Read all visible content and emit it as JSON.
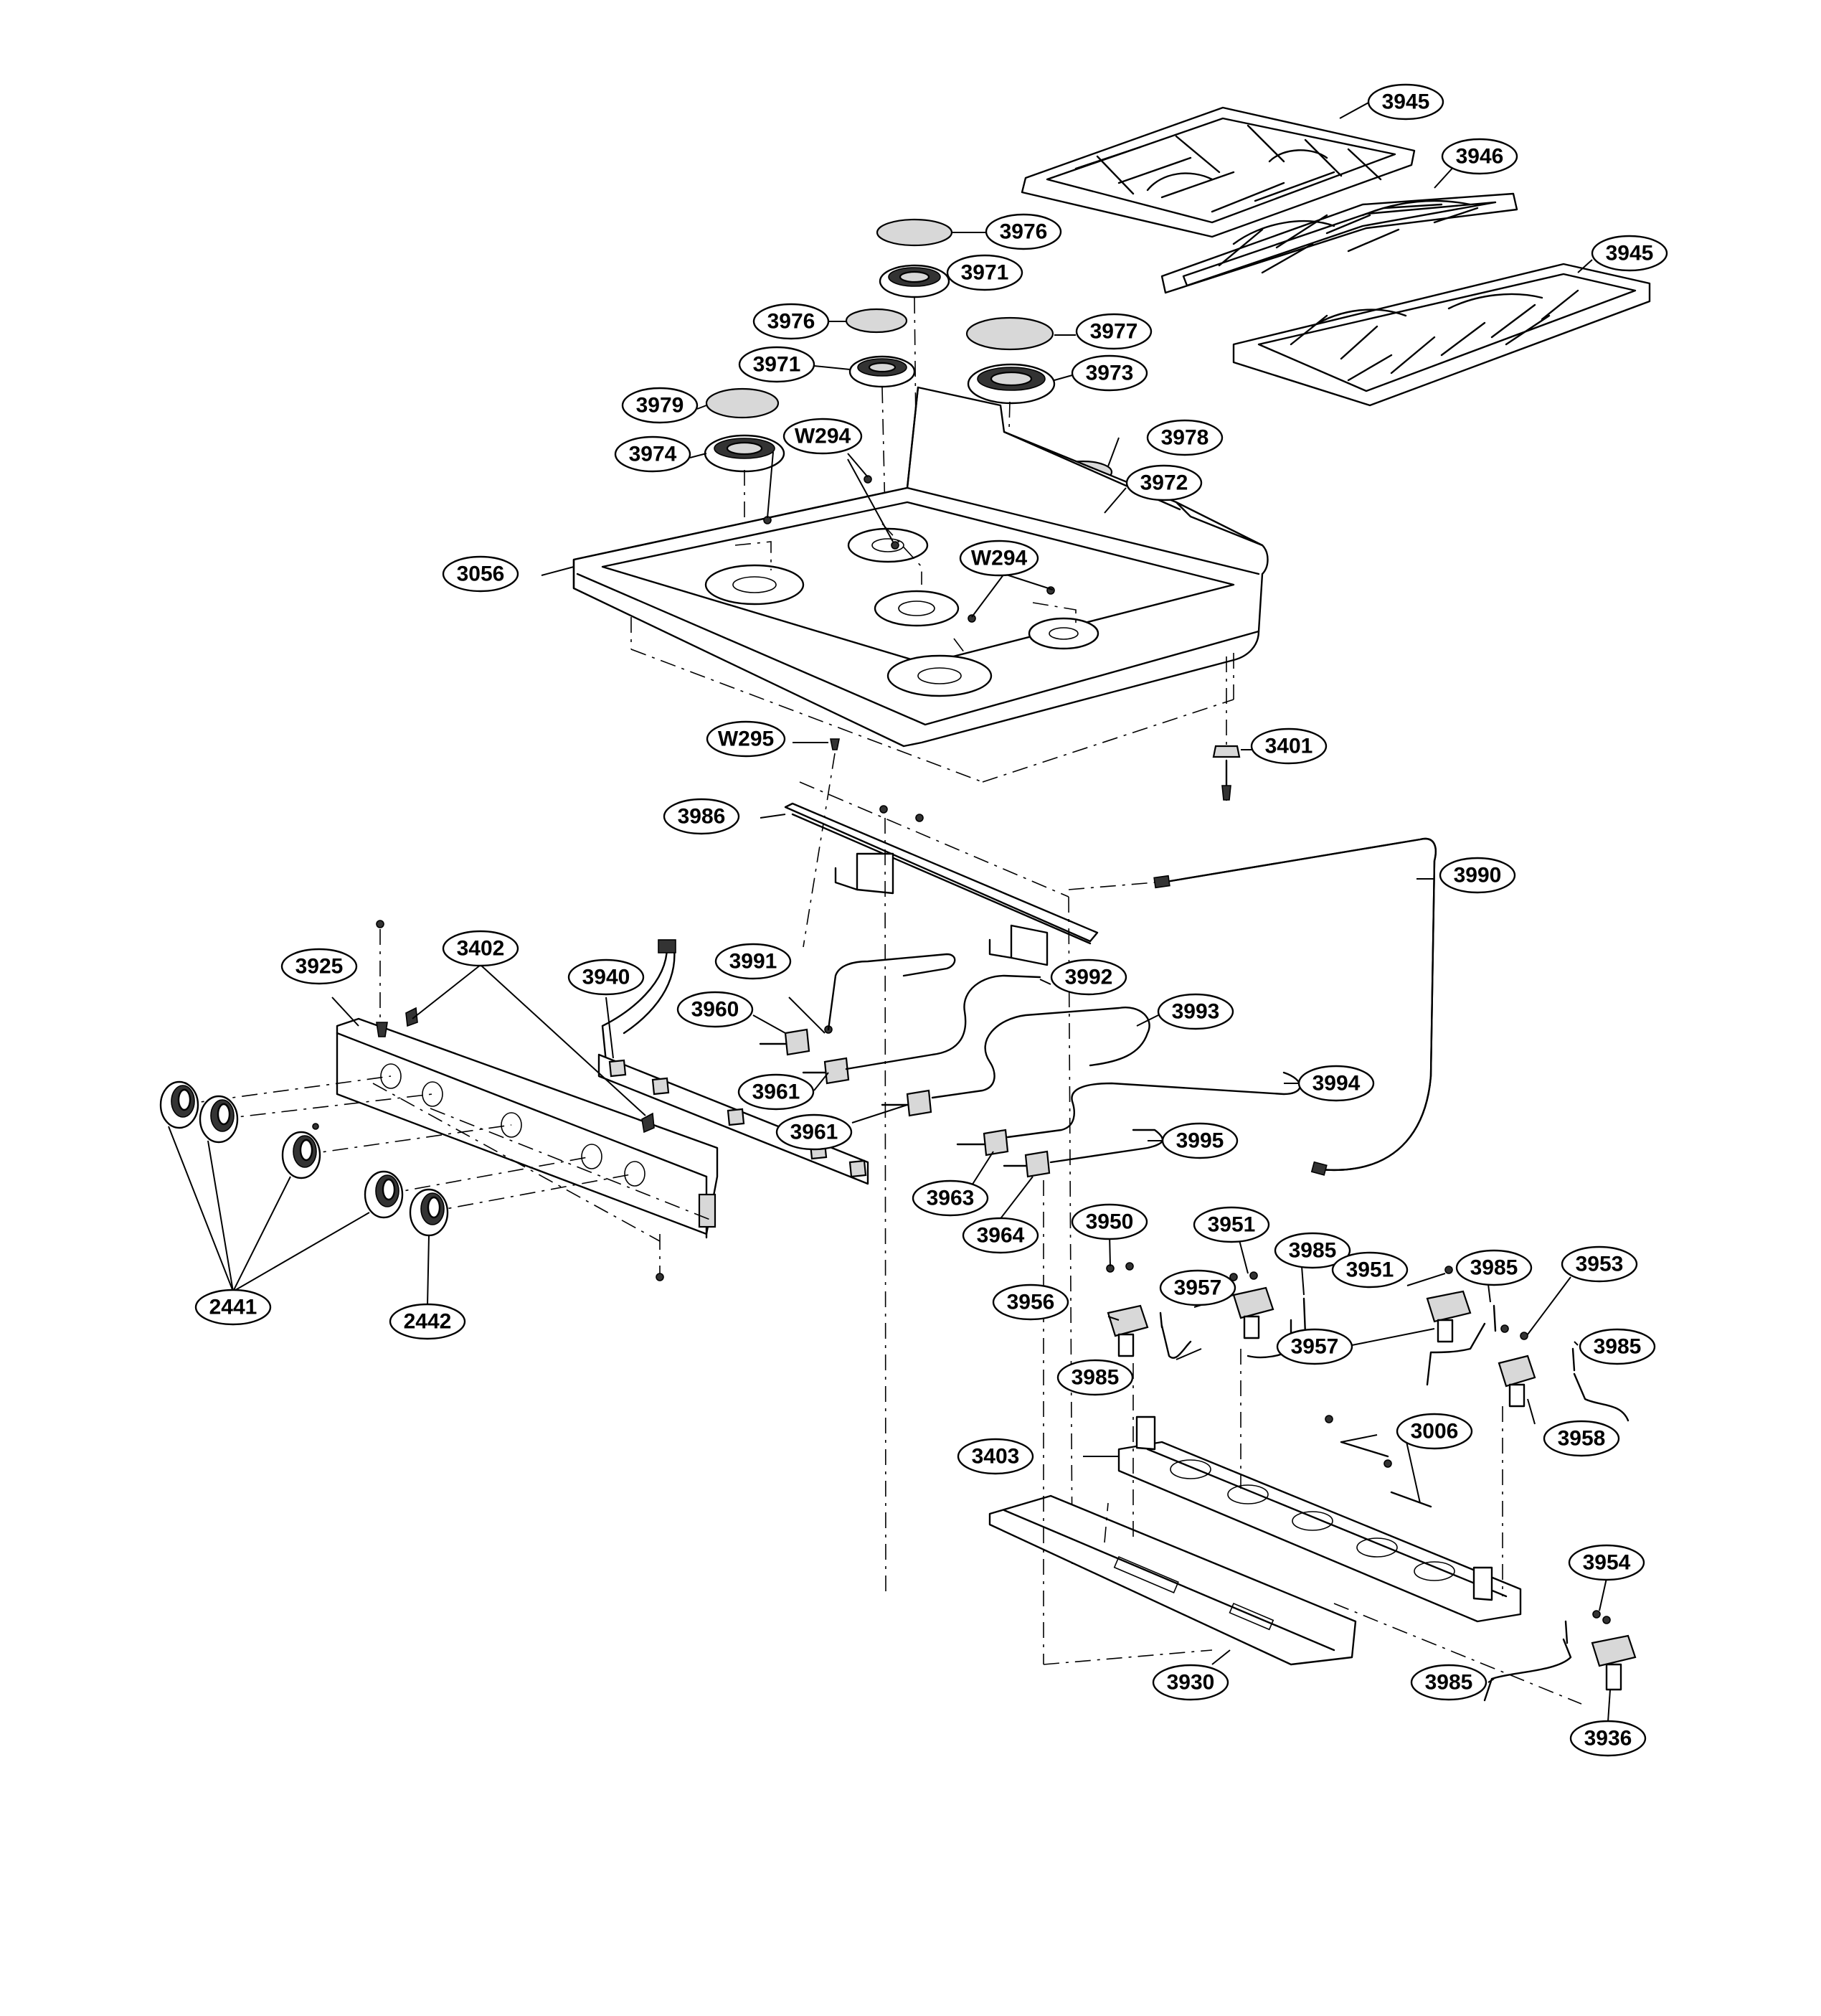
{
  "callouts": [
    {
      "id": "c-3945a",
      "label": "3945"
    },
    {
      "id": "c-3946",
      "label": "3946"
    },
    {
      "id": "c-3945b",
      "label": "3945"
    },
    {
      "id": "c-3976a",
      "label": "3976"
    },
    {
      "id": "c-3971a",
      "label": "3971"
    },
    {
      "id": "c-3976b",
      "label": "3976"
    },
    {
      "id": "c-3977",
      "label": "3977"
    },
    {
      "id": "c-3971b",
      "label": "3971"
    },
    {
      "id": "c-3973",
      "label": "3973"
    },
    {
      "id": "c-3979",
      "label": "3979"
    },
    {
      "id": "c-3978",
      "label": "3978"
    },
    {
      "id": "c-3974",
      "label": "3974"
    },
    {
      "id": "c-w294a",
      "label": "W294"
    },
    {
      "id": "c-3972",
      "label": "3972"
    },
    {
      "id": "c-w294b",
      "label": "W294"
    },
    {
      "id": "c-3056",
      "label": "3056"
    },
    {
      "id": "c-w295",
      "label": "W295"
    },
    {
      "id": "c-3401",
      "label": "3401"
    },
    {
      "id": "c-3986",
      "label": "3986"
    },
    {
      "id": "c-3990",
      "label": "3990"
    },
    {
      "id": "c-3402",
      "label": "3402"
    },
    {
      "id": "c-3925",
      "label": "3925"
    },
    {
      "id": "c-3940",
      "label": "3940"
    },
    {
      "id": "c-3991",
      "label": "3991"
    },
    {
      "id": "c-3992",
      "label": "3992"
    },
    {
      "id": "c-3960",
      "label": "3960"
    },
    {
      "id": "c-3993",
      "label": "3993"
    },
    {
      "id": "c-3994",
      "label": "3994"
    },
    {
      "id": "c-3961a",
      "label": "3961"
    },
    {
      "id": "c-3961b",
      "label": "3961"
    },
    {
      "id": "c-3995",
      "label": "3995"
    },
    {
      "id": "c-3963",
      "label": "3963"
    },
    {
      "id": "c-3964",
      "label": "3964"
    },
    {
      "id": "c-3950",
      "label": "3950"
    },
    {
      "id": "c-3951a",
      "label": "3951"
    },
    {
      "id": "c-3985a",
      "label": "3985"
    },
    {
      "id": "c-3951b",
      "label": "3951"
    },
    {
      "id": "c-3985b",
      "label": "3985"
    },
    {
      "id": "c-3953",
      "label": "3953"
    },
    {
      "id": "c-3957a",
      "label": "3957"
    },
    {
      "id": "c-3956",
      "label": "3956"
    },
    {
      "id": "c-3957b",
      "label": "3957"
    },
    {
      "id": "c-3985c",
      "label": "3985"
    },
    {
      "id": "c-3985d",
      "label": "3985"
    },
    {
      "id": "c-2441",
      "label": "2441"
    },
    {
      "id": "c-2442",
      "label": "2442"
    },
    {
      "id": "c-3958",
      "label": "3958"
    },
    {
      "id": "c-3006",
      "label": "3006"
    },
    {
      "id": "c-3403",
      "label": "3403"
    },
    {
      "id": "c-3954",
      "label": "3954"
    },
    {
      "id": "c-3985e",
      "label": "3985"
    },
    {
      "id": "c-3930",
      "label": "3930"
    },
    {
      "id": "c-3936",
      "label": "3936"
    }
  ]
}
